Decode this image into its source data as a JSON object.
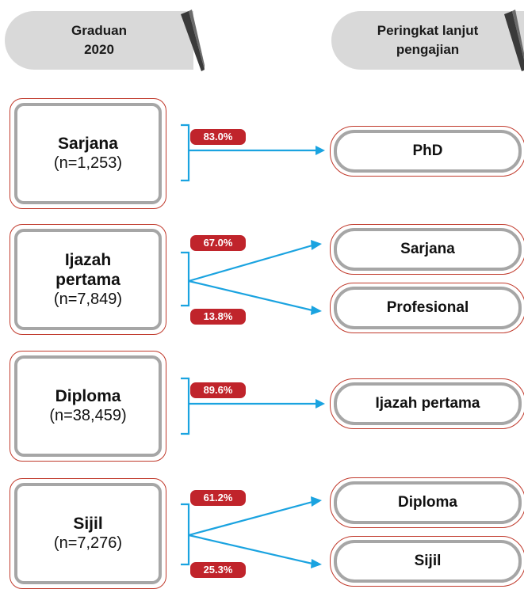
{
  "header": {
    "left_label": "Graduan\n2020",
    "right_label": "Peringkat lanjut\npengajian"
  },
  "colors": {
    "header_fill": "#d9d9d9",
    "box_border": "#a6a6a6",
    "outer_border": "#c0392b",
    "badge": "#c0242b",
    "arrow": "#1aa3e0"
  },
  "groups": [
    {
      "source": "Sarjana",
      "n": "(n=1,253)",
      "flows": [
        {
          "pct": "83.0%",
          "target": "PhD"
        }
      ]
    },
    {
      "source": "Ijazah\npertama",
      "n": "(n=7,849)",
      "flows": [
        {
          "pct": "67.0%",
          "target": "Sarjana"
        },
        {
          "pct": "13.8%",
          "target": "Profesional"
        }
      ]
    },
    {
      "source": "Diploma",
      "n": "(n=38,459)",
      "flows": [
        {
          "pct": "89.6%",
          "target": "Ijazah pertama"
        }
      ]
    },
    {
      "source": "Sijil",
      "n": "(n=7,276)",
      "flows": [
        {
          "pct": "61.2%",
          "target": "Diploma"
        },
        {
          "pct": "25.3%",
          "target": "Sijil"
        }
      ]
    }
  ]
}
